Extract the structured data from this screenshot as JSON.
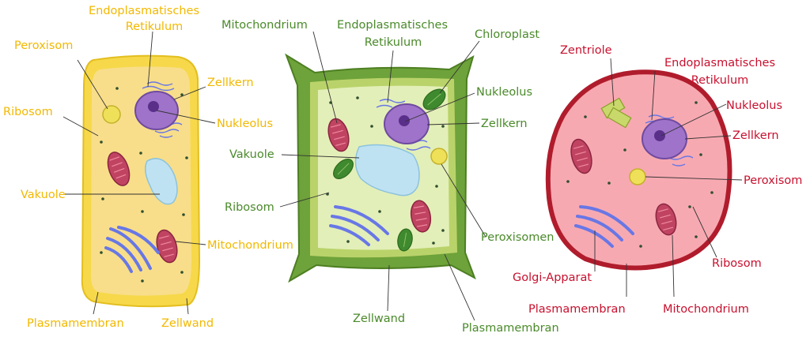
{
  "colors": {
    "cell1_label": "#f2b800",
    "cell2_label": "#4a8a2a",
    "cell3_label": "#c8102e",
    "cytoplasm_yellow": "#f8de8a",
    "cytoplasm_green": "#e3efb8",
    "cytoplasm_pink": "#f7a9b1",
    "nucleus": "#9f73c9",
    "mitochondrion": "#c04462",
    "vacuole": "#bfe2f2",
    "golgi": "#6877e6"
  },
  "cell1": {
    "labels": {
      "er": [
        "Endoplasmatisches",
        "Retikulum"
      ],
      "peroxisom": "Peroxisom",
      "ribosom": "Ribosom",
      "zellkern": "Zellkern",
      "nukleolus": "Nukleolus",
      "vakuole": "Vakuole",
      "mitochondrium": "Mitochondrium",
      "plasmamembran": "Plasmamembran",
      "zellwand": "Zellwand"
    }
  },
  "cell2": {
    "labels": {
      "mitochondrium": "Mitochondrium",
      "er": [
        "Endoplasmatisches",
        "Retikulum"
      ],
      "chloroplast": "Chloroplast",
      "nukleolus": "Nukleolus",
      "zellkern": "Zellkern",
      "vakuole": "Vakuole",
      "ribosom": "Ribosom",
      "peroxisomen": "Peroxisomen",
      "zellwand": "Zellwand",
      "plasmamembran": "Plasmamembran"
    }
  },
  "cell3": {
    "labels": {
      "zentriole": "Zentriole",
      "er": [
        "Endoplasmatisches",
        "Retikulum"
      ],
      "nukleolus": "Nukleolus",
      "zellkern": "Zellkern",
      "peroxisom": "Peroxisom",
      "ribosom": "Ribosom",
      "golgi": "Golgi-Apparat",
      "plasmamembran": "Plasmamembran",
      "mitochondrium": "Mitochondrium"
    }
  }
}
